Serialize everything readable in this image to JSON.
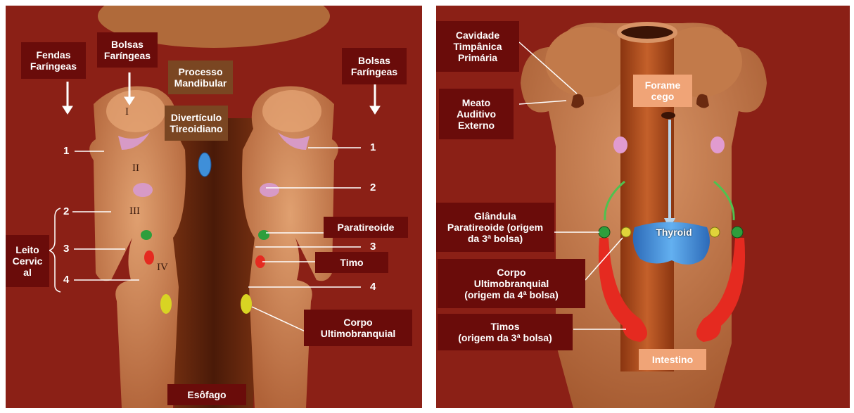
{
  "left": {
    "fendas": "Fendas\nFaríngeas",
    "bolsas_left": "Bolsas\nFaríngeas",
    "bolsas_right": "Bolsas\nFaríngeas",
    "processo": "Processo\nMandibular",
    "diverticulo": "Divertículo\nTireoidiano",
    "leito": "Leito\nCervic\nal",
    "paratireoide": "Paratireoide",
    "timo": "Timo",
    "corpo": "Corpo\nUltimobranquial",
    "esofago": "Esôfago",
    "roman": [
      "I",
      "II",
      "III",
      "IV"
    ],
    "left_numbers": [
      "1",
      "2",
      "3",
      "4"
    ],
    "right_numbers": [
      "1",
      "2",
      "3",
      "4"
    ]
  },
  "right": {
    "cavidade": "Cavidade\nTimpânica\nPrimária",
    "meato": "Meato\nAuditivo\nExterno",
    "forame": "Forame\ncego",
    "glandula": "Glândula\nParatireoide (origem\nda 3ª bolsa)",
    "corpo": "Corpo\nUltimobranquial\n(origem da 4ª bolsa)",
    "timos": "Timos\n(origem da 3ª bolsa)",
    "thyroid": "Thyroid",
    "intestino": "Intestino"
  },
  "colors": {
    "background": "#8b2016",
    "label_dark": "#6a0c0a",
    "label_brown": "#7a4622",
    "label_orange": "#f0a477",
    "tissue": "#c4784e",
    "tissue_light": "#d89466",
    "pharynx": "#4a1a08",
    "thyroid": "#3f8fd9",
    "parathyroid": "#2e9e3c",
    "thymus": "#e52a20",
    "ultimobranchial": "#d8d423"
  }
}
